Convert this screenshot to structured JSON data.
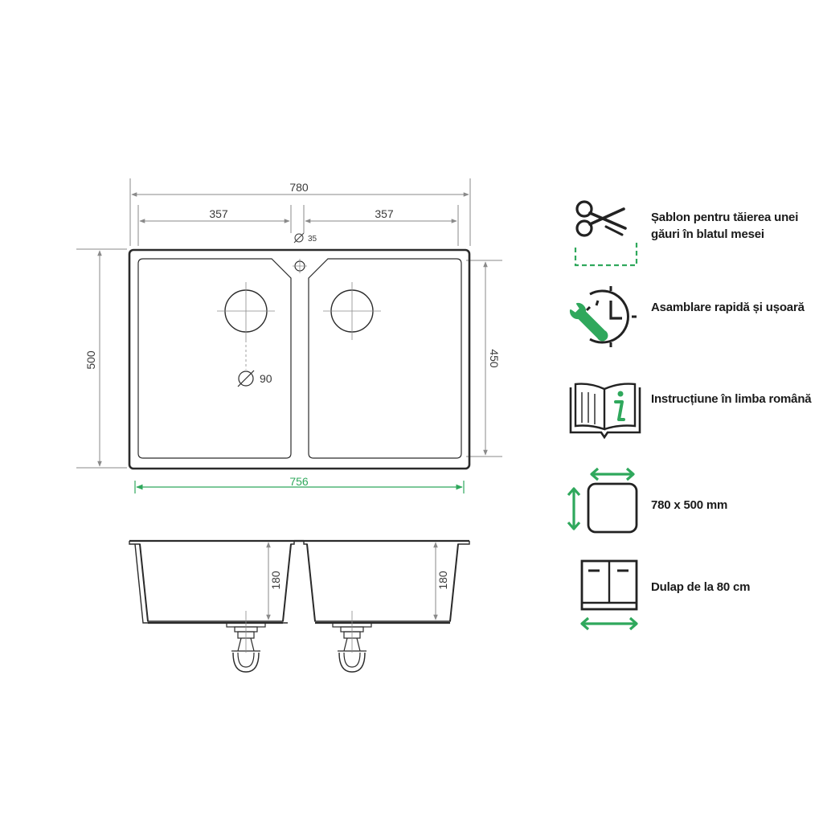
{
  "dimensions": {
    "overall_width": "780",
    "left_bowl_width": "357",
    "right_bowl_width": "357",
    "tap_hole_diameter": "35",
    "drain_diameter": "90",
    "overall_depth": "500",
    "inner_depth": "450",
    "cabinet_cut_width": "756",
    "left_bowl_height": "180",
    "right_bowl_height": "180"
  },
  "colors": {
    "line": "#2b2b2b",
    "dimension": "#8a8a8a",
    "accent_green": "#2fa85c"
  },
  "features": [
    {
      "icon": "scissors-template-icon",
      "label": "Șablon pentru tăierea unei găuri în blatul mesei"
    },
    {
      "icon": "wrench-clock-icon",
      "label": "Asamblare rapidă și ușoară"
    },
    {
      "icon": "manual-book-icon",
      "label": "Instrucțiune în limba română"
    },
    {
      "icon": "size-square-icon",
      "label": "780 x 500 mm"
    },
    {
      "icon": "cabinet-width-icon",
      "label": "Dulap de la 80 cm"
    }
  ]
}
